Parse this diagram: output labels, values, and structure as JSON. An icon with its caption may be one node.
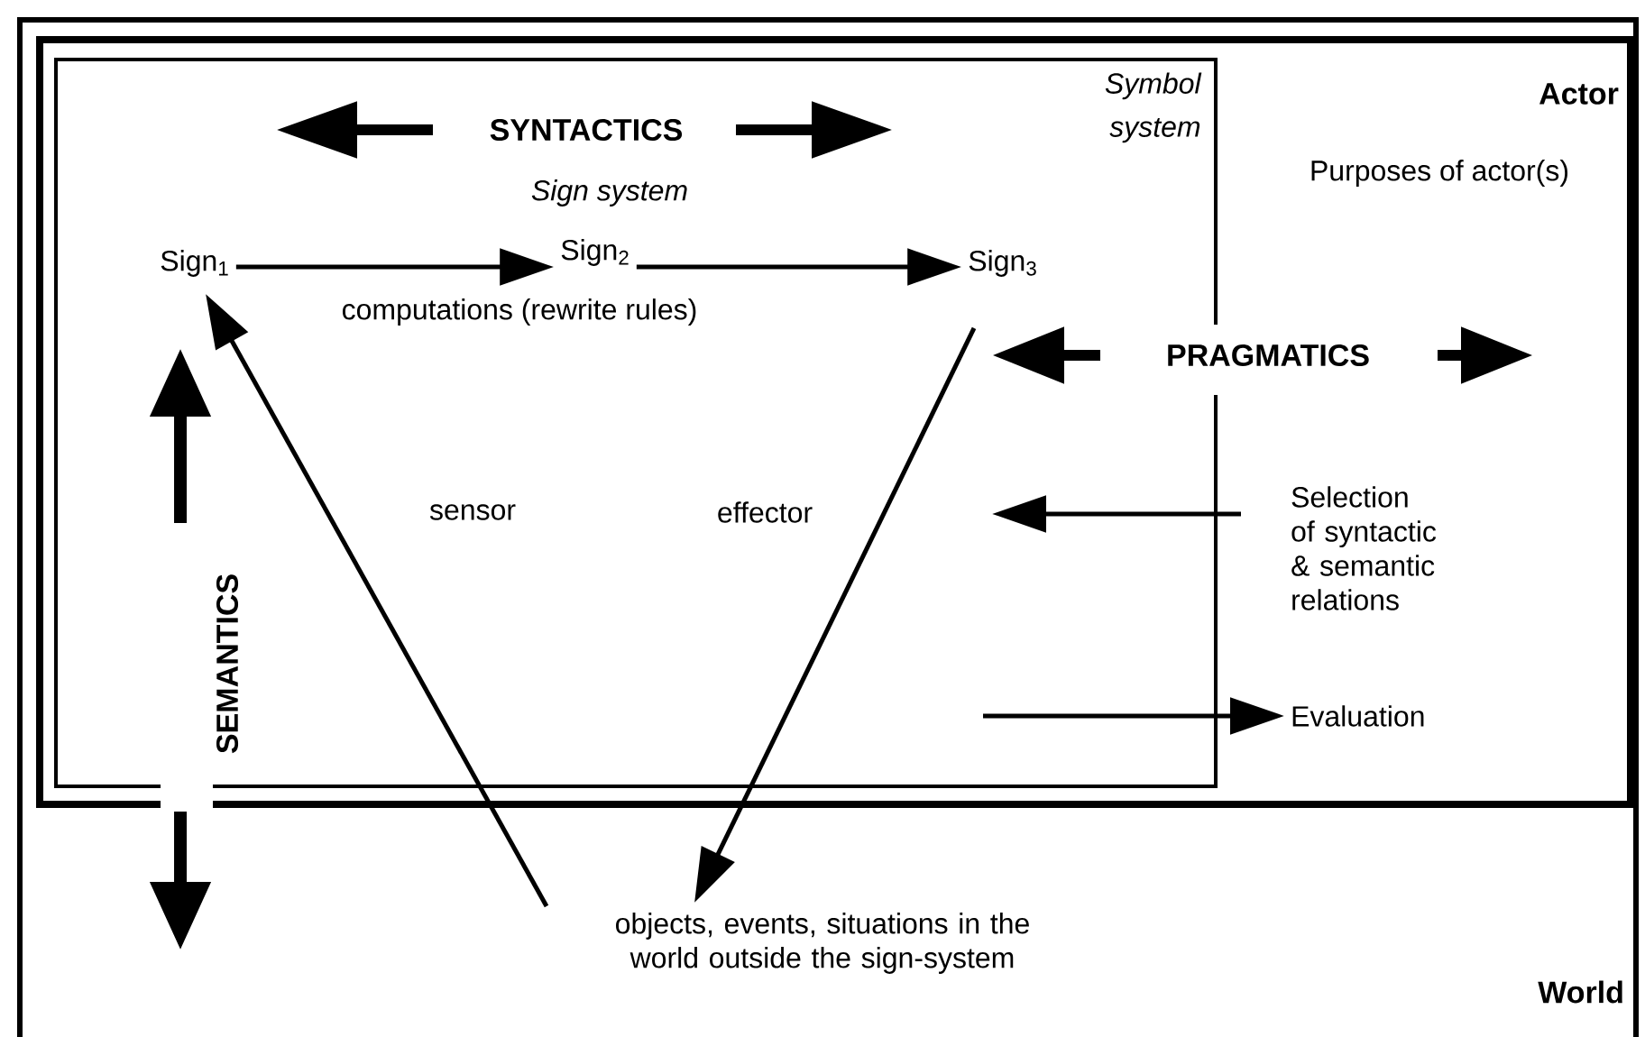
{
  "diagram": {
    "nodes": [
      {
        "text": [
          "World"
        ]
      },
      {
        "text": [
          "Actor"
        ],
        "in": 0
      },
      {
        "text": [
          "Symbol system"
        ],
        "in": 1
      },
      {
        "text": [
          "Sign$_{1}$"
        ],
        "in": 2
      },
      {
        "text": [
          "Sign$_{2}$"
        ],
        "in": 2
      },
      {
        "text": [
          "Sign$_{3}$"
        ],
        "in": 2
      },
      {
        "text": [
          "Selection of syntactic & semantic relations"
        ],
        "in": 1
      },
      {
        "text": [
          "Evaluation"
        ],
        "in": 1
      },
      {
        "text": [
          "objects, events, situations in the world outside the sign-system"
        ],
        "in": 0
      }
    ],
    "edges": [
      {
        "from": 3,
        "to": 4,
        "arrow": "to"
      },
      {
        "from": 4,
        "to": 5,
        "arrow": "to"
      },
      {
        "from": 8,
        "to": 3,
        "arrow": "to"
      },
      {
        "from": 5,
        "to": 8,
        "arrow": "to"
      },
      {
        "from": 6,
        "to": null,
        "arrow": "to"
      },
      {
        "from": null,
        "to": 7,
        "arrow": "to"
      }
    ],
    "labels": [
      "SYNTACTICS",
      "Sign system",
      "Purposes of actor(s)",
      "computations (rewrite rules)",
      "PRAGMATICS",
      "sensor",
      "effector",
      "SEMANTICS"
    ]
  }
}
